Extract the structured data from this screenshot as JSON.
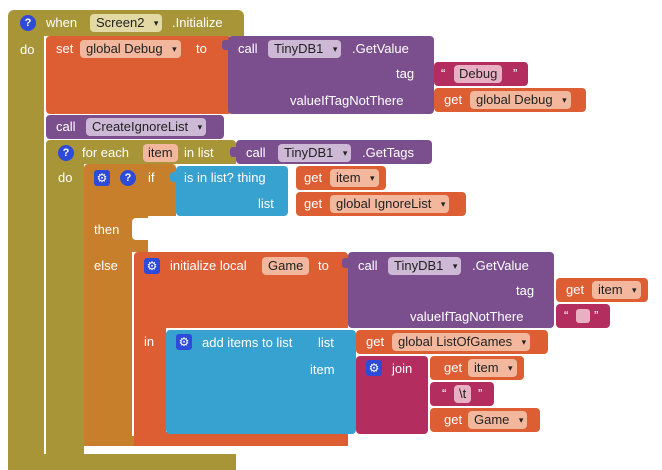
{
  "colors": {
    "event": "#a79538",
    "control": "#c77f2b",
    "variables": "#dd5e32",
    "procedures": "#7b4f8e",
    "lists": "#37a1d0",
    "text": "#b32d5e"
  },
  "event": {
    "when": "when",
    "component": "Screen2",
    "method": ".Initialize",
    "do": "do"
  },
  "set_block": {
    "set": "set",
    "var": "global Debug",
    "to": "to",
    "call": "call",
    "component": "TinyDB1",
    "method": ".GetValue",
    "tag_label": "tag",
    "tag_value": "Debug",
    "vitnt_label": "valueIfTagNotThere",
    "get": "get",
    "get_var": "global Debug"
  },
  "call_proc": {
    "call": "call",
    "name": "CreateIgnoreList"
  },
  "foreach": {
    "for_each": "for each",
    "var": "item",
    "in_list": "in list",
    "call": "call",
    "component": "TinyDB1",
    "method": ".GetTags",
    "do": "do"
  },
  "if_block": {
    "if": "if",
    "then": "then",
    "else": "else",
    "cond": "is in list? thing",
    "list_label": "list",
    "get": "get",
    "get_item": "item",
    "get_list": "global IgnoreList"
  },
  "local_init": {
    "label": "initialize local",
    "var": "Game",
    "to": "to",
    "in": "in",
    "call": "call",
    "component": "TinyDB1",
    "method": ".GetValue",
    "tag_label": "tag",
    "get": "get",
    "tag_get": "item",
    "vitnt_label": "valueIfTagNotThere",
    "empty_text": ""
  },
  "add_items": {
    "label": "add items to list",
    "list_label": "list",
    "item_label": "item",
    "get": "get",
    "list_var": "global ListOfGames",
    "join": "join",
    "join1": "item",
    "join2": "\\t",
    "join3": "Game"
  },
  "icons": {
    "help": "?",
    "gear": "⚙",
    "dropdown": "▾"
  }
}
